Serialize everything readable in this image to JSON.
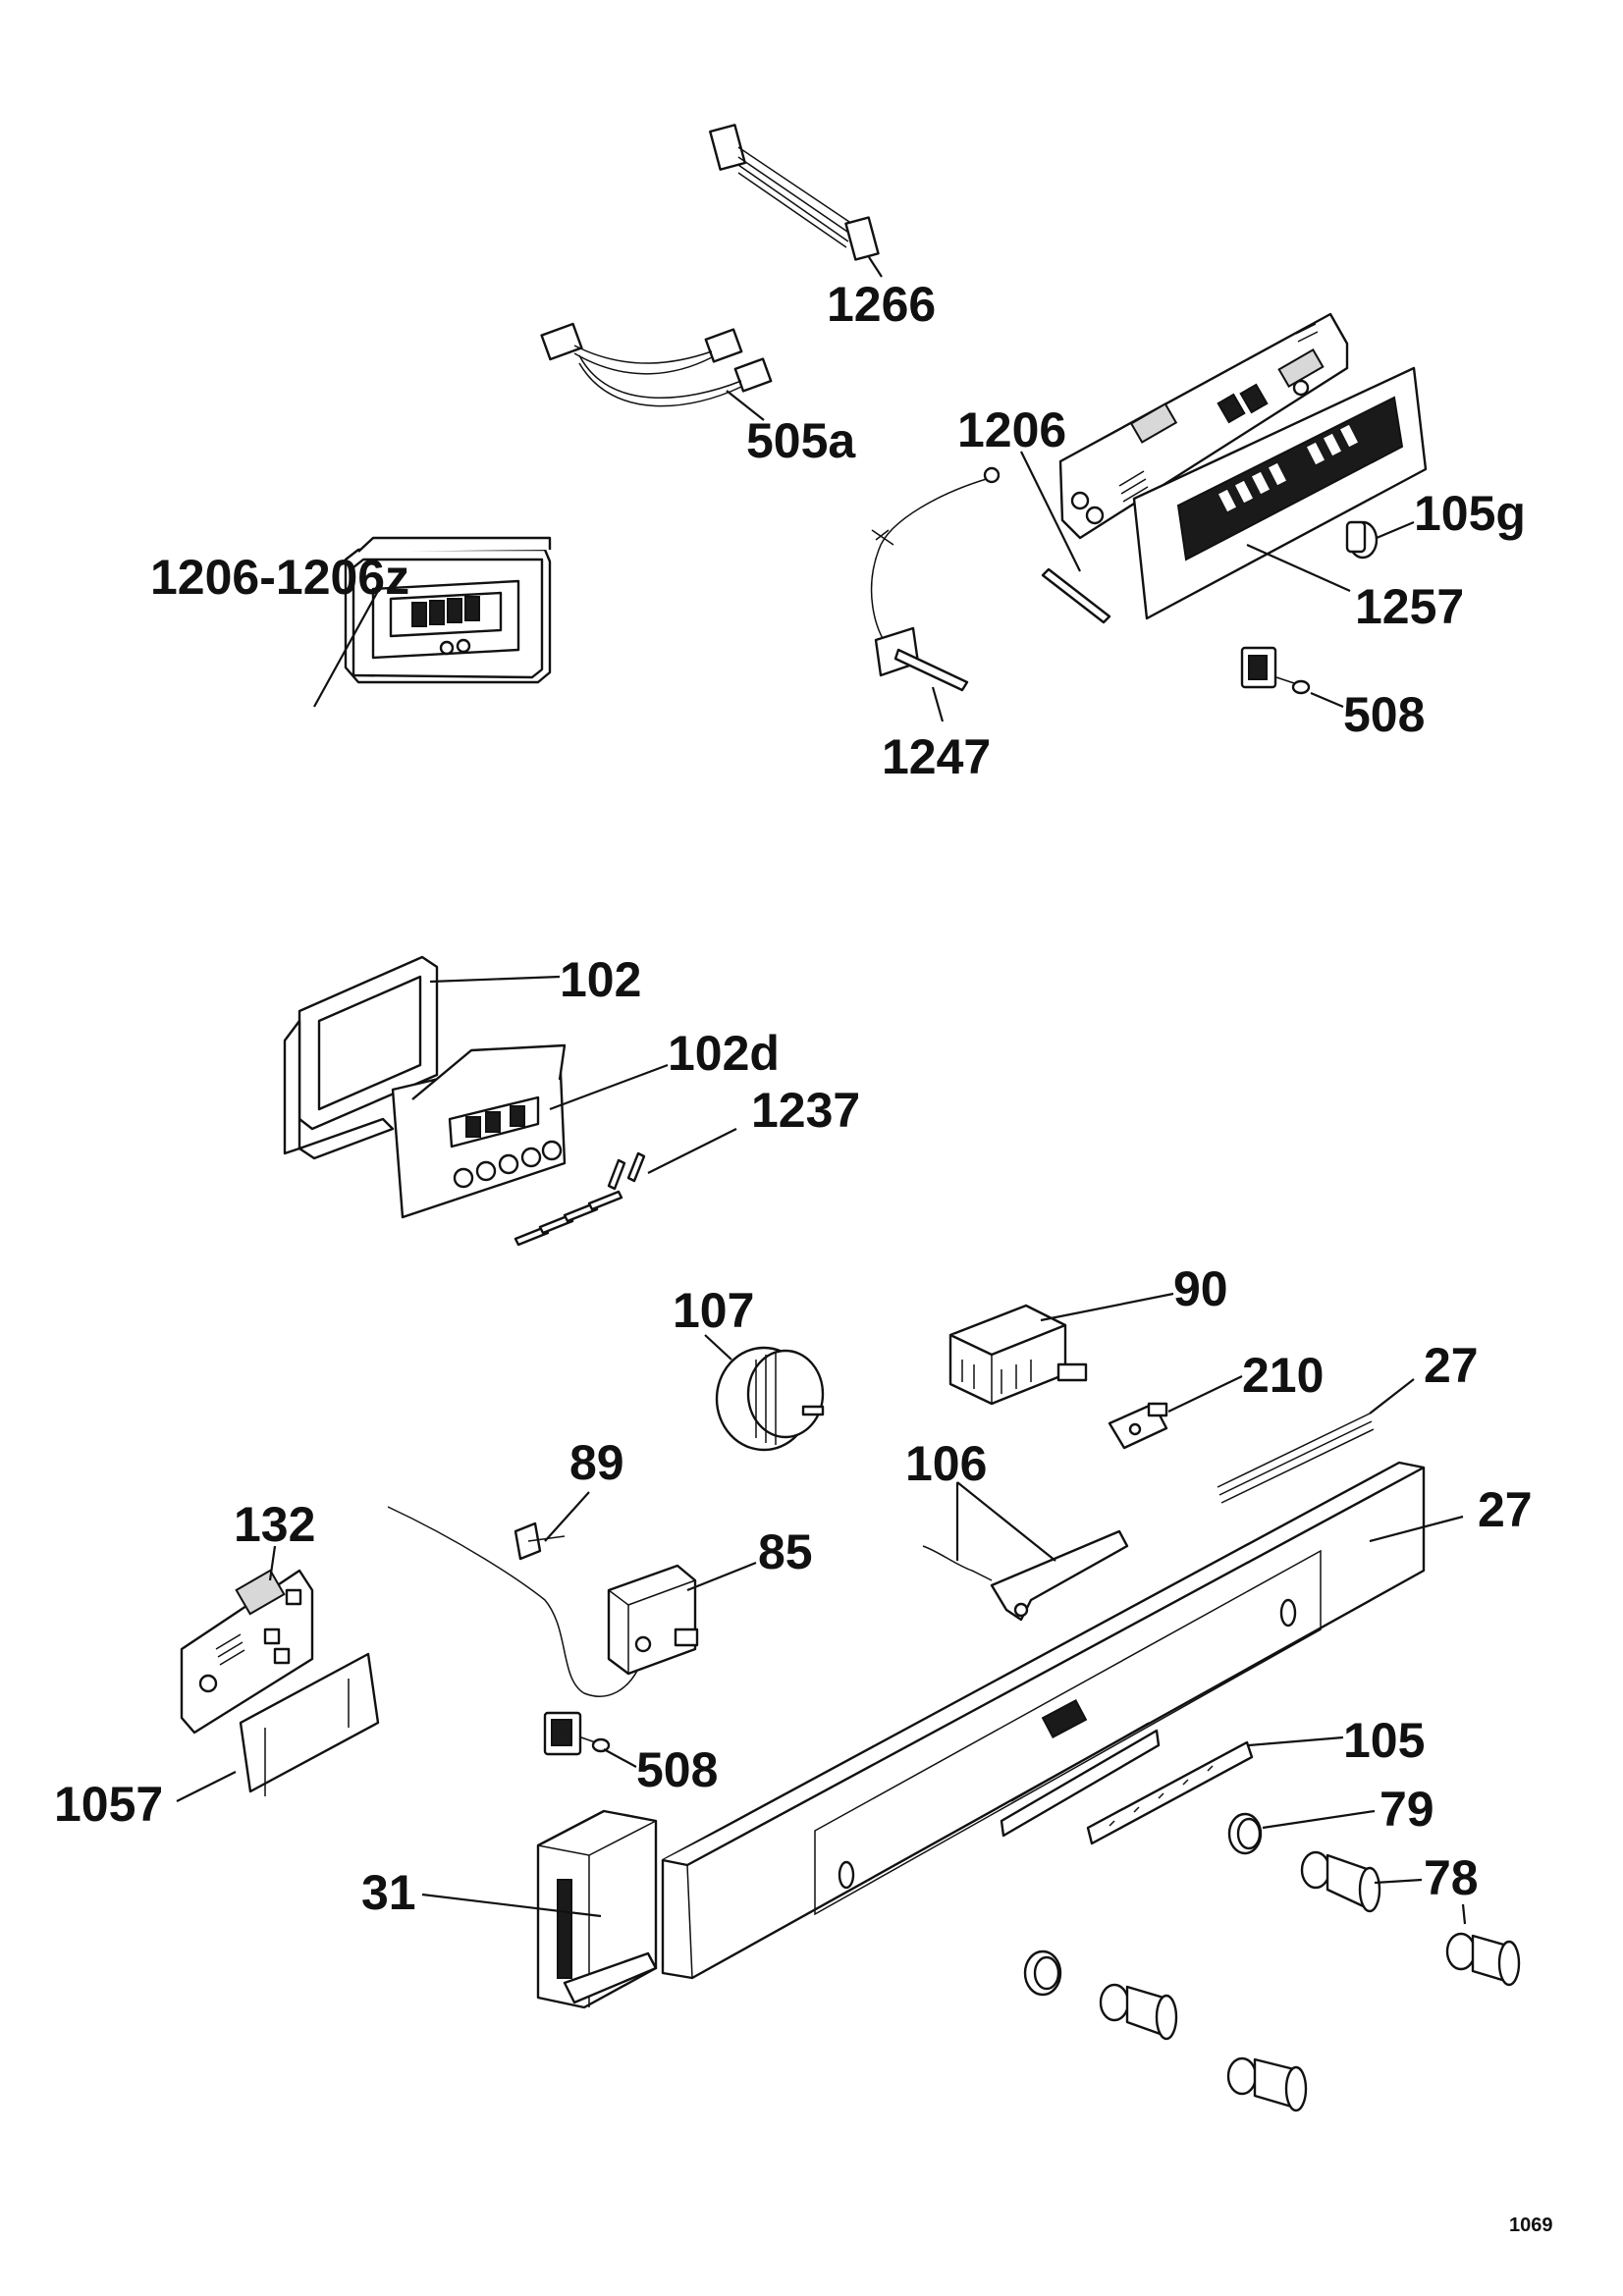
{
  "labels": {
    "l1266": "1266",
    "l505a": "505a",
    "l1206": "1206",
    "l105g": "105g",
    "l1206_1206z": "1206-1206z",
    "l1257": "1257",
    "l508a": "508",
    "l1247": "1247",
    "l102": "102",
    "l102d": "102d",
    "l1237": "1237",
    "l107": "107",
    "l90": "90",
    "l210": "210",
    "l27a": "27",
    "l132": "132",
    "l89": "89",
    "l106": "106",
    "l27b": "27",
    "l85": "85",
    "l105": "105",
    "l508b": "508",
    "l1057": "1057",
    "l79": "79",
    "l31": "31",
    "l78": "78"
  },
  "page_number": "1069"
}
